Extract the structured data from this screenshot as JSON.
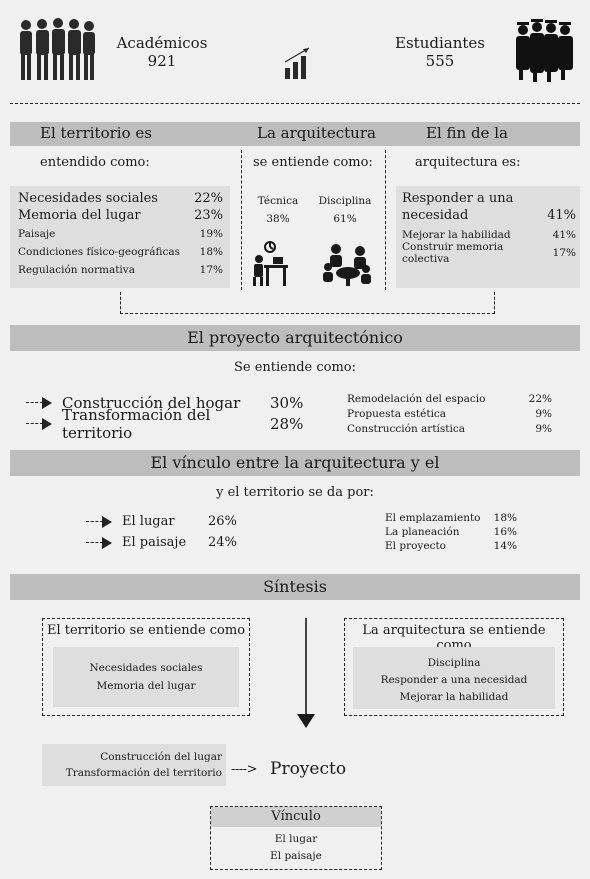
{
  "header": {
    "academicos_label": "Académicos",
    "academicos_count": "921",
    "estudiantes_label": "Estudiantes",
    "estudiantes_count": "555"
  },
  "territorio": {
    "title": "El territorio es",
    "subtitle": "entendido como:",
    "items": [
      {
        "label": "Necesidades sociales",
        "value": "22%"
      },
      {
        "label": "Memoria del lugar",
        "value": "23%"
      },
      {
        "label": "Paisaje",
        "value": "19%"
      },
      {
        "label": "Condiciones físico-geográficas",
        "value": "18%"
      },
      {
        "label": "Regulación normativa",
        "value": "17%"
      }
    ]
  },
  "arquitectura": {
    "title": "La arquitectura",
    "subtitle": "se entiende como:",
    "tecnica_label": "Técnica",
    "tecnica_value": "38%",
    "disciplina_label": "Disciplina",
    "disciplina_value": "61%"
  },
  "fin": {
    "title": "El fin de la",
    "subtitle": "arquitectura es:",
    "items": [
      {
        "label": "Responder a una",
        "value": ""
      },
      {
        "label": "necesidad",
        "value": "41%"
      },
      {
        "label": "Mejorar la habilidad",
        "value": "41%"
      },
      {
        "label": "Construir memoria colectiva",
        "value": "17%"
      }
    ]
  },
  "proyecto": {
    "title": "El proyecto arquitectónico",
    "subtitle": "Se entiende como:",
    "left": [
      {
        "label": "Construcción del hogar",
        "value": "30%"
      },
      {
        "label": "Transformación del territorio",
        "value": "28%"
      }
    ],
    "right": [
      {
        "label": "Remodelación del espacio",
        "value": "22%"
      },
      {
        "label": "Propuesta estética",
        "value": "9%"
      },
      {
        "label": "Construcción artística",
        "value": "9%"
      }
    ]
  },
  "vinculo": {
    "title": "El vínculo entre la arquitectura y el",
    "subtitle": "y el territorio se da por:",
    "left": [
      {
        "label": "El lugar",
        "value": "26%"
      },
      {
        "label": "El paisaje",
        "value": "24%"
      }
    ],
    "right": [
      {
        "label": "El emplazamiento",
        "value": "18%"
      },
      {
        "label": "La planeación",
        "value": "16%"
      },
      {
        "label": "El proyecto",
        "value": "14%"
      }
    ]
  },
  "sintesis": {
    "title": "Síntesis",
    "territorio_title": "El territorio se entiende como",
    "territorio_items": [
      "Necesidades sociales",
      "Memoria del lugar"
    ],
    "arquitectura_title": "La arquitectura se entiende como",
    "arquitectura_items": [
      "Disciplina",
      "Responder a una necesidad",
      "Mejorar la habilidad"
    ],
    "construccion_items": [
      "Construcción del lugar",
      "Transformación del territorio"
    ],
    "arrow_text": "---->",
    "proyecto_label": "Proyecto",
    "vinculo_title": "Vínculo",
    "vinculo_items": [
      "El lugar",
      "El paisaje"
    ]
  },
  "colors": {
    "band": "#bdbdbd",
    "panel": "#dedede",
    "background": "#f0f0f0",
    "text": "#1a1a1a"
  },
  "icons": [
    "people-group-icon",
    "bar-chart-growth-icon",
    "graduates-group-icon",
    "desk-worker-icon",
    "group-meeting-icon",
    "arrow-right-icon",
    "arrow-down-icon"
  ]
}
